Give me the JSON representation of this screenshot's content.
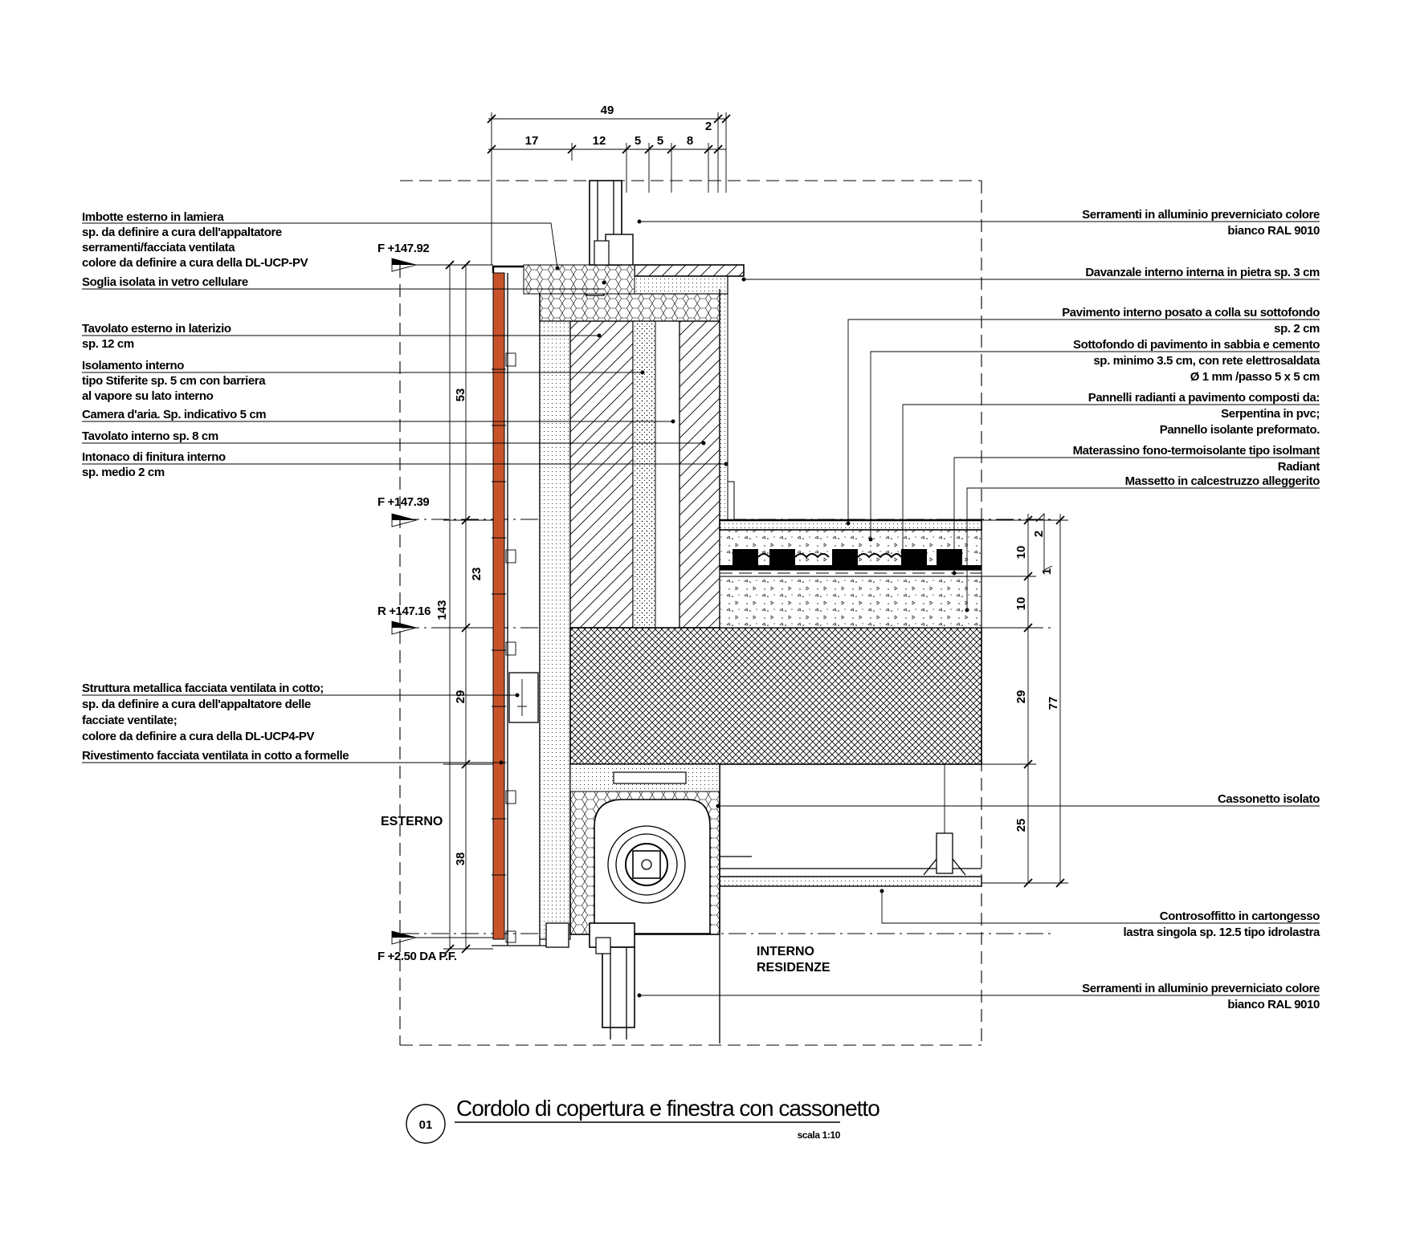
{
  "colors": {
    "ink": "#000000",
    "cladding": "#c8532b",
    "paper": "#ffffff"
  },
  "top_dims": {
    "total": "49",
    "extra": "2",
    "segments": [
      "17",
      "12",
      "5",
      "5",
      "8"
    ]
  },
  "levels": [
    "F +147.92",
    "F +147.39",
    "R +147.16",
    "F +2.50 DA P.F."
  ],
  "left_dims": [
    "53",
    "23",
    "143",
    "29",
    "38"
  ],
  "right_dims": [
    "2",
    "10",
    "1",
    "10",
    "29",
    "77",
    "25"
  ],
  "left_notes": [
    [
      "Imbotte esterno in lamiera",
      "sp. da definire a cura dell'appaltatore",
      "serramenti/facciata ventilata",
      "colore da definire a cura della DL-UCP-PV",
      "Soglia  isolata in vetro cellulare"
    ],
    [
      "Tavolato esterno in laterizio",
      " sp. 12 cm"
    ],
    [
      "Isolamento interno",
      "tipo Stiferite sp. 5 cm con barriera",
      "al vapore su lato interno",
      "Camera d'aria. Sp. indicativo 5 cm",
      "Tavolato interno  sp. 8 cm",
      "Intonaco di finitura interno",
      "sp. medio 2 cm"
    ],
    [
      "Struttura metallica facciata ventilata  in cotto;",
      "sp. da definire a cura dell'appaltatore delle",
      "facciate ventilate;",
      "colore da definire a cura della DL-UCP4-PV",
      "Rivestimento facciata ventilata in cotto a formelle"
    ]
  ],
  "right_notes": [
    [
      "Serramenti in alluminio preverniciato colore",
      "bianco RAL 9010"
    ],
    [
      "Davanzale interno interna in pietra sp. 3 cm"
    ],
    [
      "Pavimento interno posato a colla su sottofondo",
      "sp.  2 cm",
      "Sottofondo di pavimento in sabbia e cemento",
      "sp. minimo 3.5 cm, con rete elettrosaldata",
      "Ø 1 mm /passo 5 x 5 cm",
      "Pannelli radianti a pavimento composti da:",
      "Serpentina in pvc;",
      "Pannello isolante preformato.",
      "Materassino fono-termoisolante tipo isolmant",
      "Radiant",
      "Massetto in calcestruzzo alleggerito"
    ],
    [
      "Cassonetto isolato"
    ],
    [
      "Controsoffitto in cartongesso",
      "lastra singola sp. 12.5 tipo idrolastra"
    ],
    [
      "Serramenti in alluminio preverniciato colore",
      "bianco RAL 9010"
    ]
  ],
  "zones": {
    "exterior": "ESTERNO",
    "interior": [
      "INTERNO",
      "RESIDENZE"
    ]
  },
  "title_block": {
    "number": "01",
    "title": "Cordolo di copertura e finestra con cassonetto",
    "scale": "scala 1:10"
  }
}
